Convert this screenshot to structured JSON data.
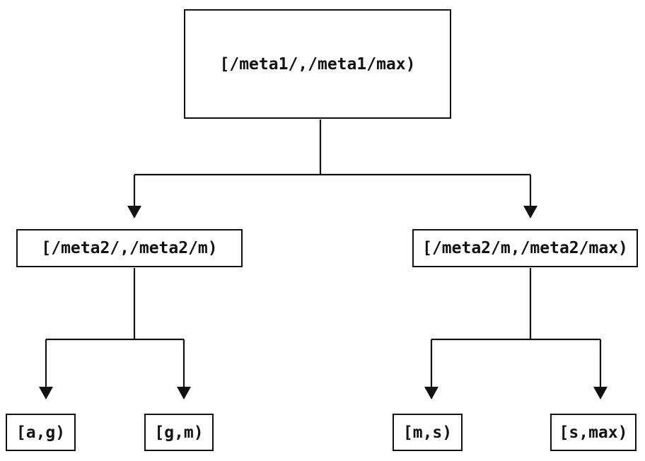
{
  "diagram": {
    "type": "binary-interval-tree",
    "colors": {
      "background": "#ffffff",
      "line": "#111111",
      "text": "#111111",
      "node_fill": "#ffffff"
    },
    "root": {
      "label": "[/meta1/,/meta1/max)"
    },
    "children": [
      {
        "label": "[/meta2/,/meta2/m)",
        "children": [
          {
            "label": "[a,g)"
          },
          {
            "label": "[g,m)"
          }
        ]
      },
      {
        "label": "[/meta2/m,/meta2/max)",
        "children": [
          {
            "label": "[m,s)"
          },
          {
            "label": "[s,max)"
          }
        ]
      }
    ]
  }
}
